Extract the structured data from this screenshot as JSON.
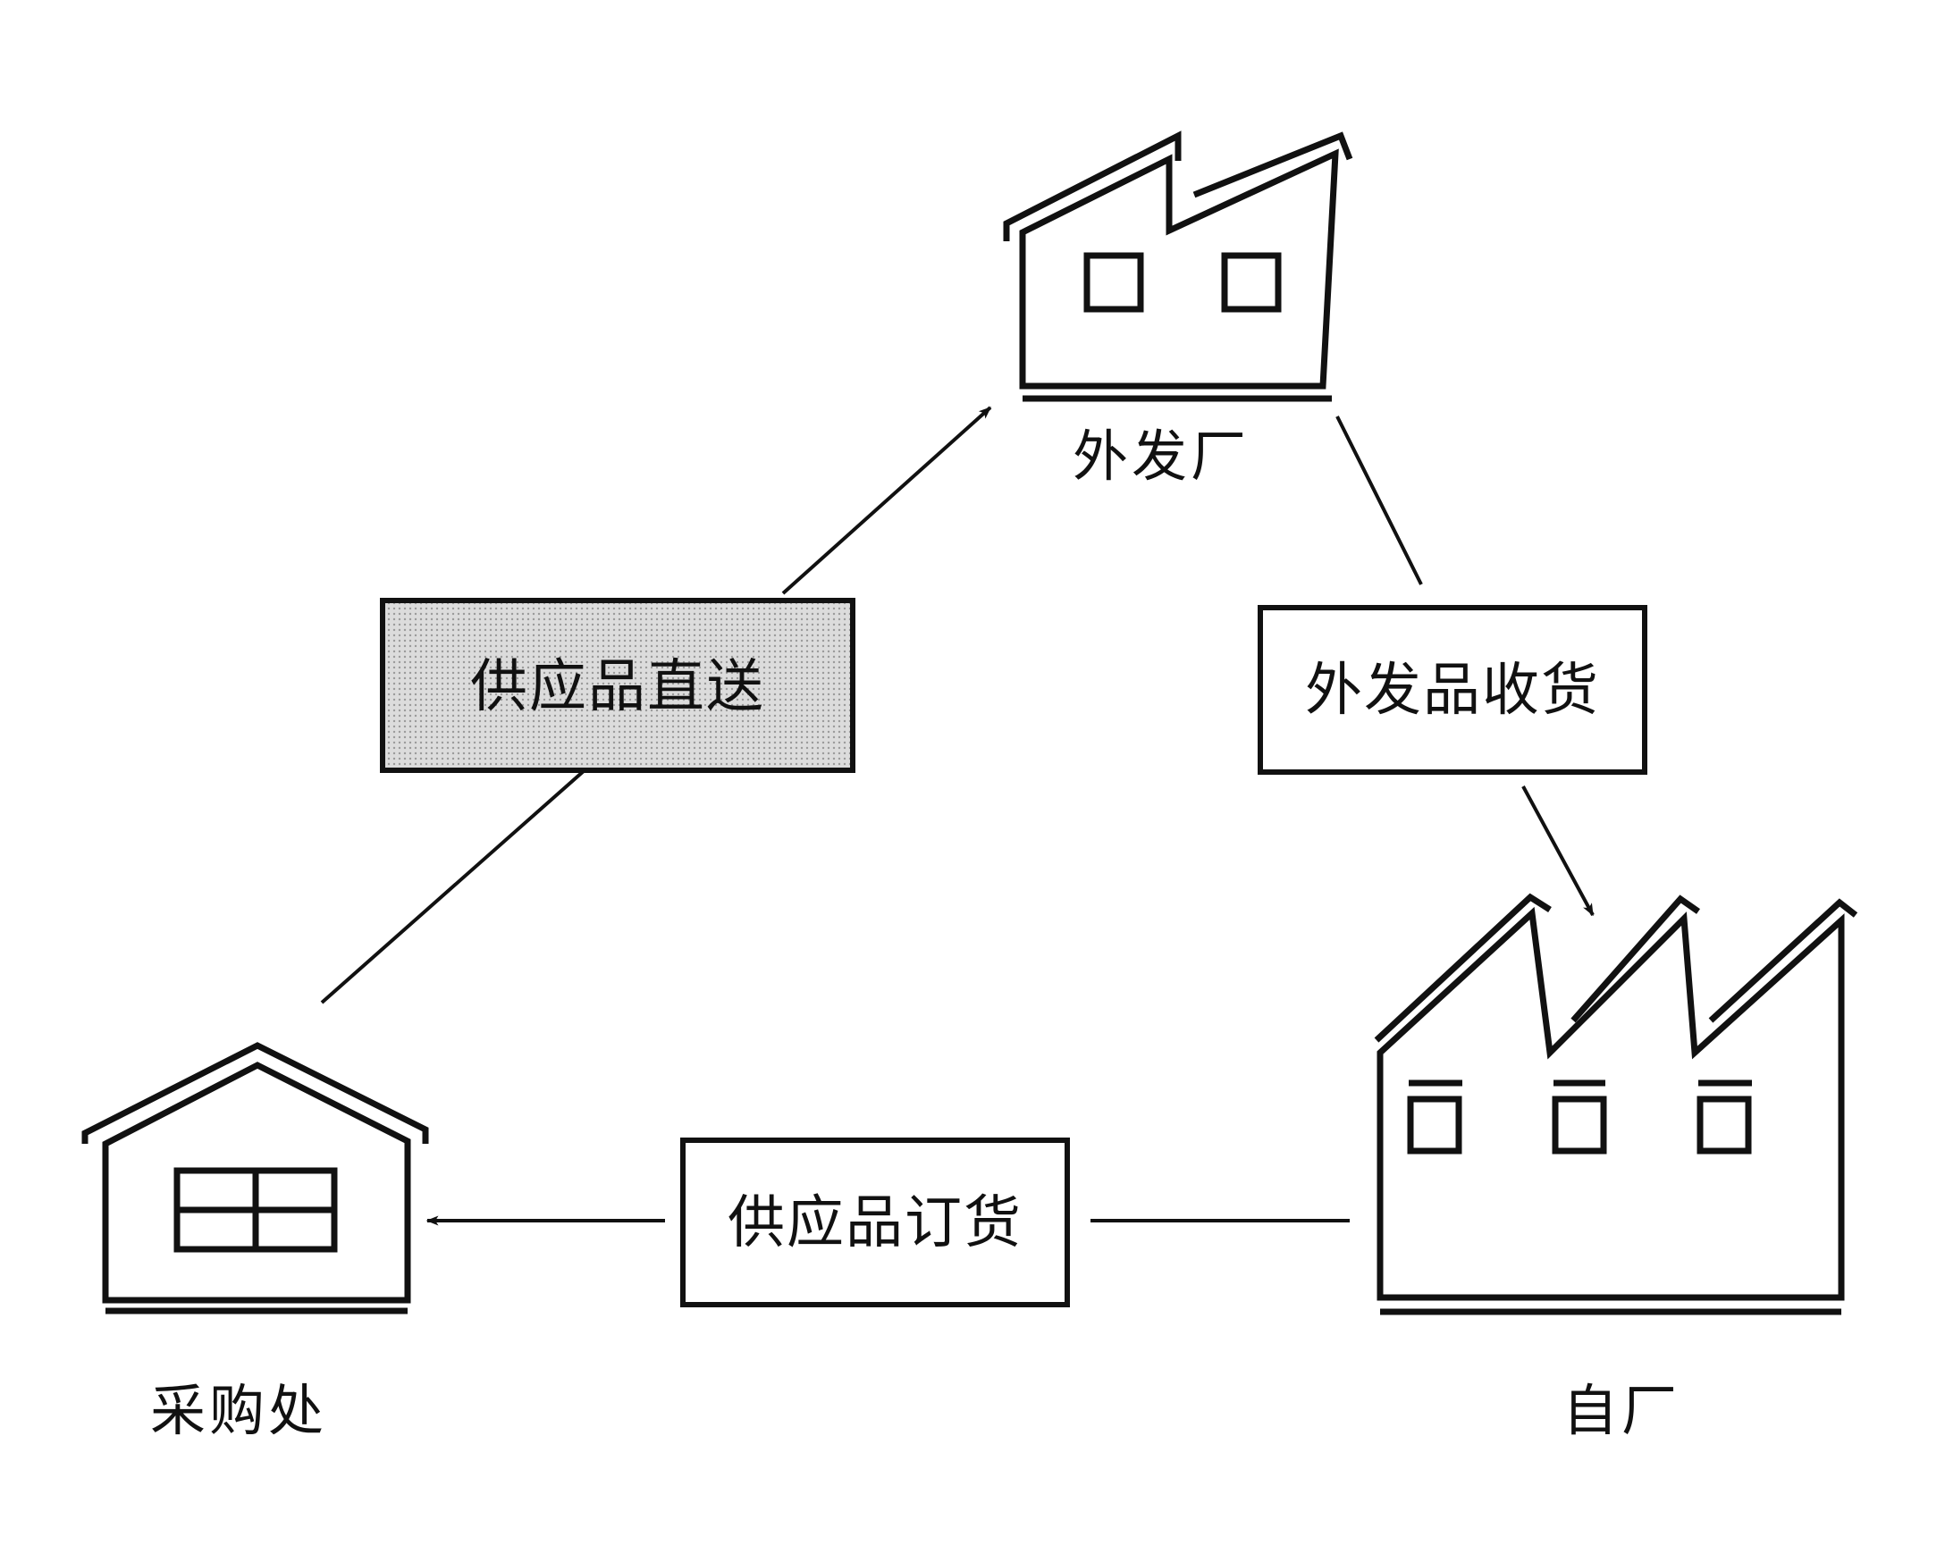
{
  "nodes": {
    "purchasing": "采购处",
    "external_factory": "外发厂",
    "own_factory": "自厂"
  },
  "flows": {
    "direct_supply": "供应品直送",
    "external_receiving": "外发品收货",
    "supply_order": "供应品订货"
  },
  "colors": {
    "line": "#111111",
    "highlight_fill": "#d4d4d4",
    "background": "#ffffff"
  }
}
